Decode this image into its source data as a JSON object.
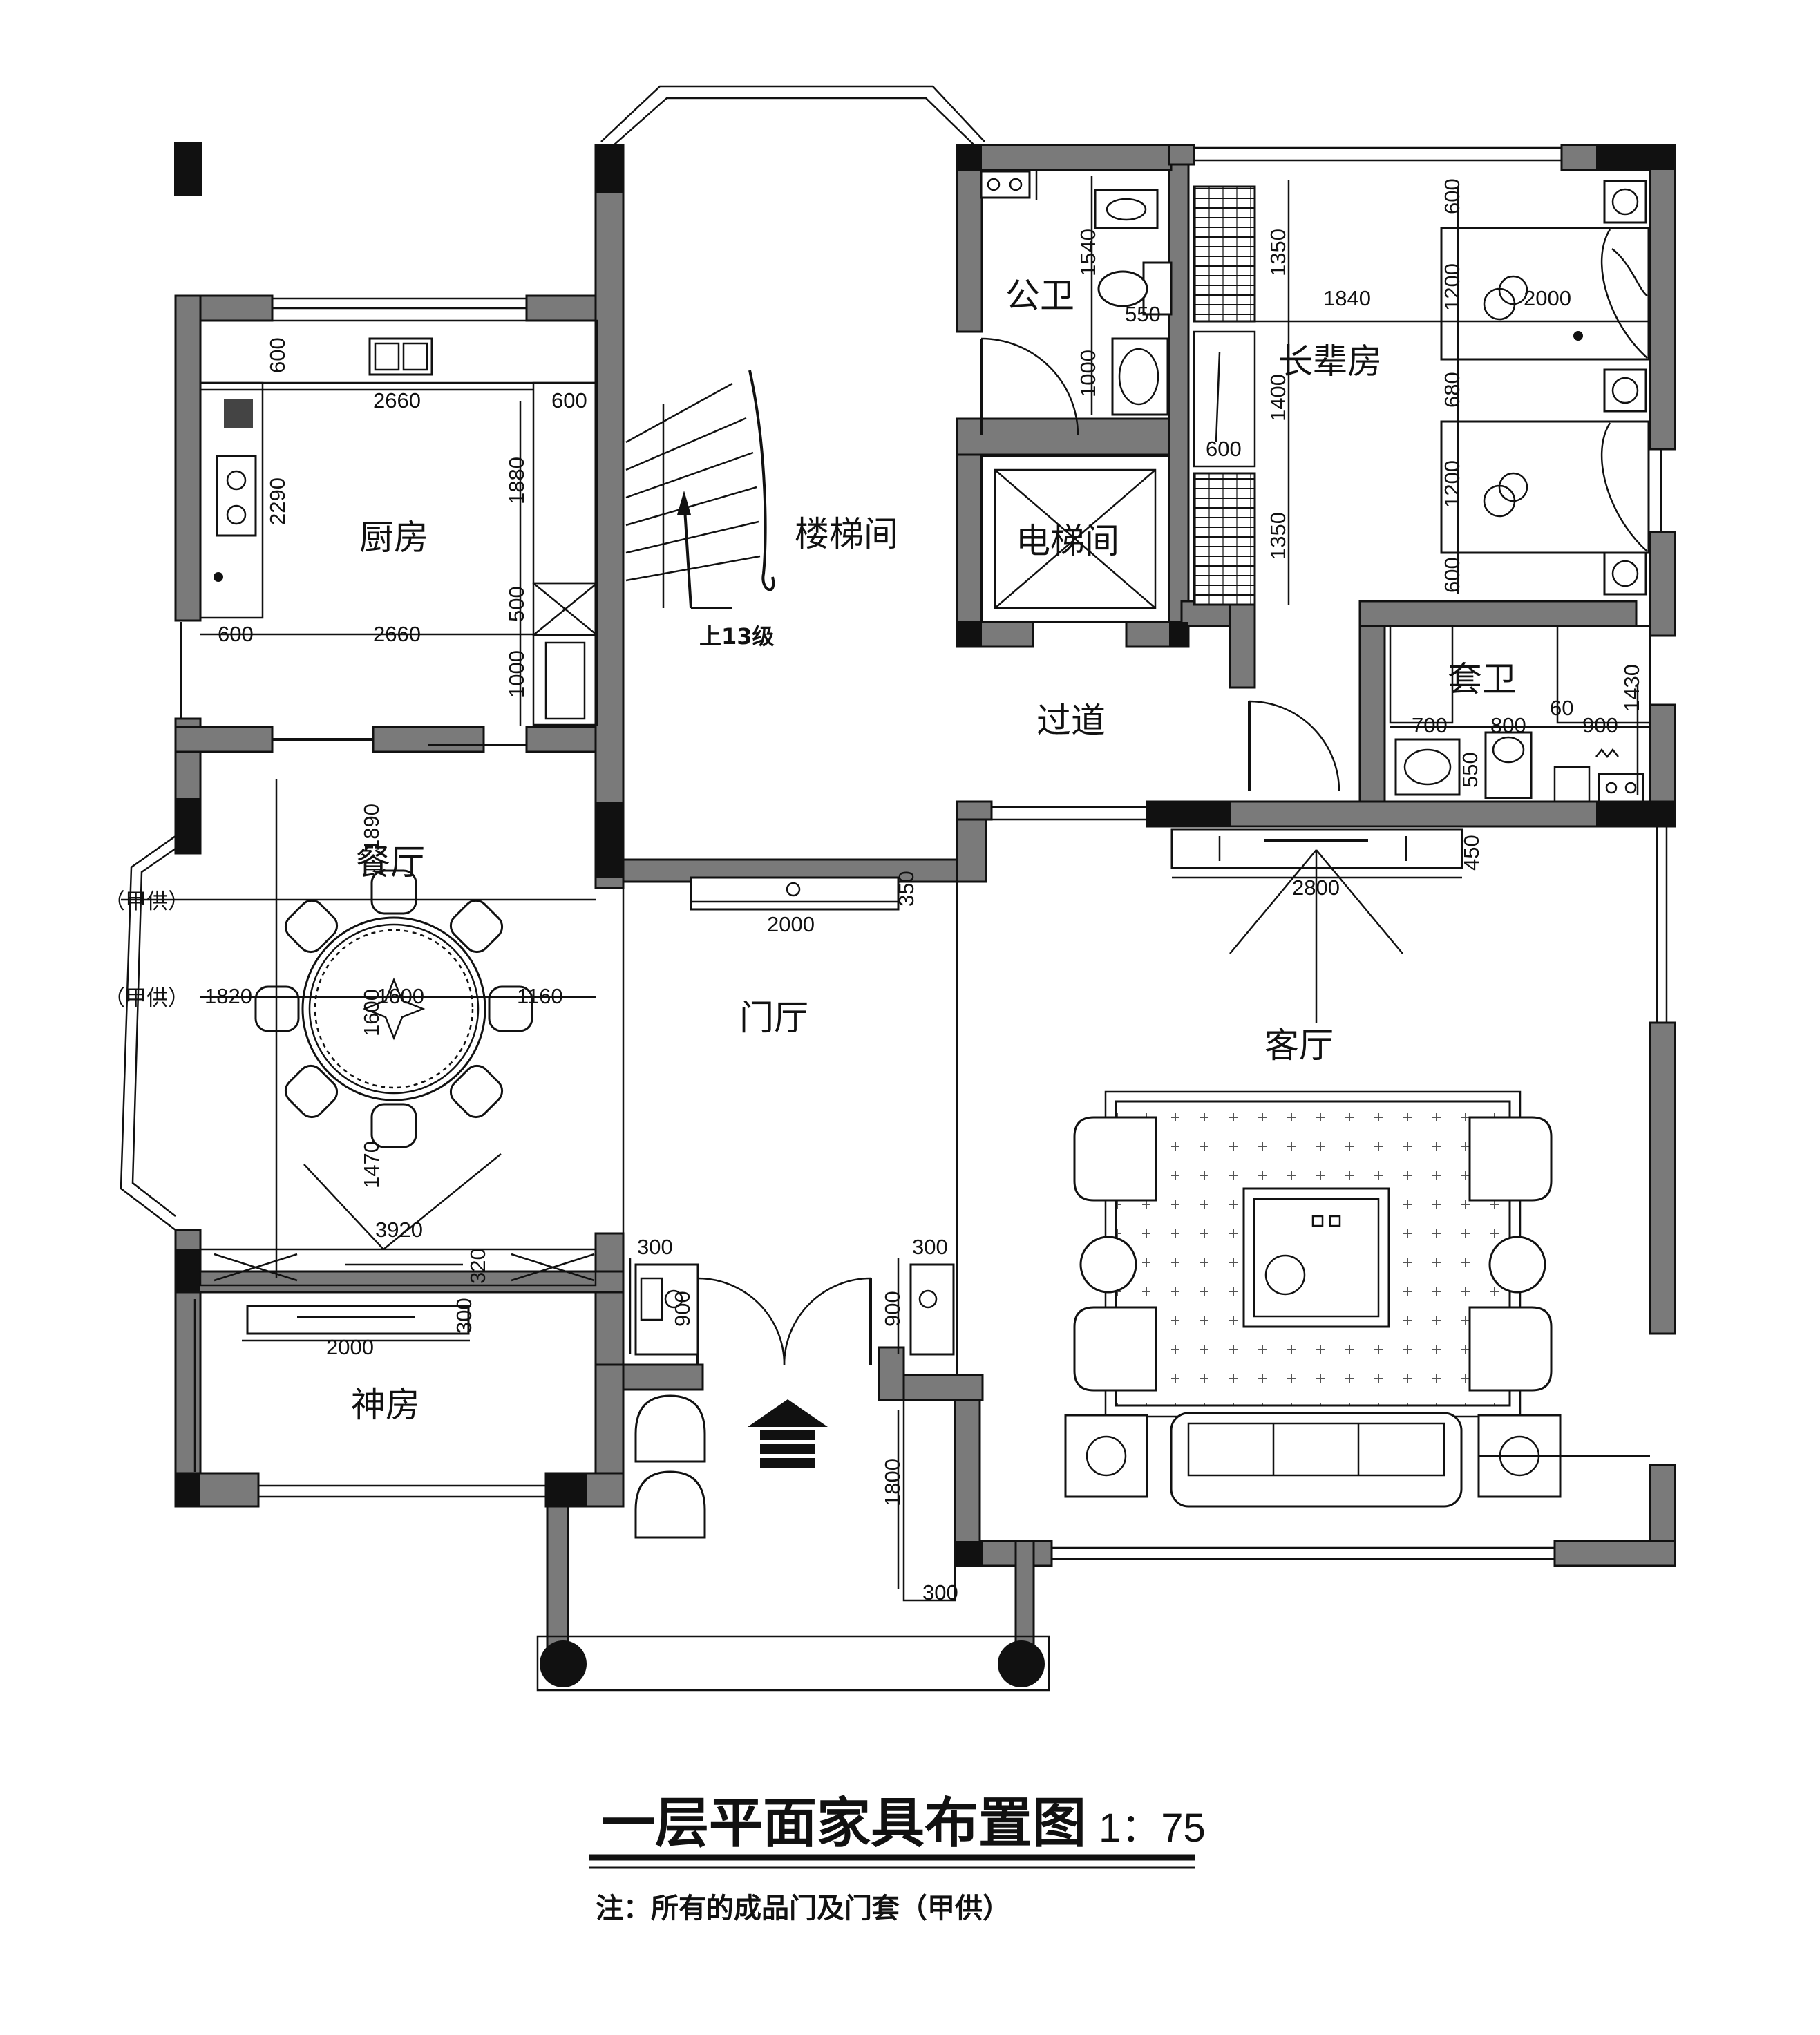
{
  "drawing": {
    "title": "一层平面家具布置图",
    "scale": "1：75",
    "note": "注：所有的成品门及门套（甲供）"
  },
  "rooms": {
    "kitchen": "厨房",
    "stairwell": "楼梯间",
    "public_bath": "公卫",
    "elevator": "电梯间",
    "elder_room": "长辈房",
    "ensuite": "套卫",
    "corridor": "过道",
    "dining": "餐厅",
    "foyer": "门厅",
    "living": "客厅",
    "shrine": "神房"
  },
  "stair_label": "上13级",
  "supplied_labels": [
    "（甲供）",
    "（甲供）"
  ],
  "dimensions": {
    "kitchen_top_600": "600",
    "kitchen_top_2660": "2660",
    "kitchen_right_600": "600",
    "kitchen_2290": "2290",
    "kitchen_1880": "1880",
    "kitchen_bottom_600": "600",
    "kitchen_bottom_2660": "2660",
    "kitchen_500": "500",
    "kitchen_1000": "1000",
    "bath_1540": "1540",
    "bath_550": "550",
    "bath_1000": "1000",
    "elder_1350_top": "1350",
    "elder_1840": "1840",
    "elder_1400": "1400",
    "elder_600_mid": "600",
    "elder_1350_bottom": "1350",
    "bed_600_top": "600",
    "bed_1200_top": "1200",
    "bed_2000": "2000",
    "bed_680": "680",
    "bed_1200_bottom": "1200",
    "bed_600_bottom": "600",
    "ensuite_1430": "1430",
    "ensuite_700": "700",
    "ensuite_800": "800",
    "ensuite_60": "60",
    "ensuite_900": "900",
    "ensuite_550": "550",
    "living_450": "450",
    "living_2800": "2800",
    "foyer_350": "350",
    "foyer_2000": "2000",
    "dining_1890": "1890",
    "dining_1820": "1820",
    "dining_1600_w": "1600",
    "dining_1160": "1160",
    "dining_1600_h": "1600",
    "dining_1470": "1470",
    "dining_3920": "3920",
    "dining_320": "320",
    "shrine_300": "300",
    "shrine_2000": "2000",
    "foyer_300_left": "300",
    "foyer_900_left": "900",
    "foyer_300_right": "300",
    "foyer_900_right": "900",
    "entry_1800": "1800",
    "entry_300": "300"
  }
}
